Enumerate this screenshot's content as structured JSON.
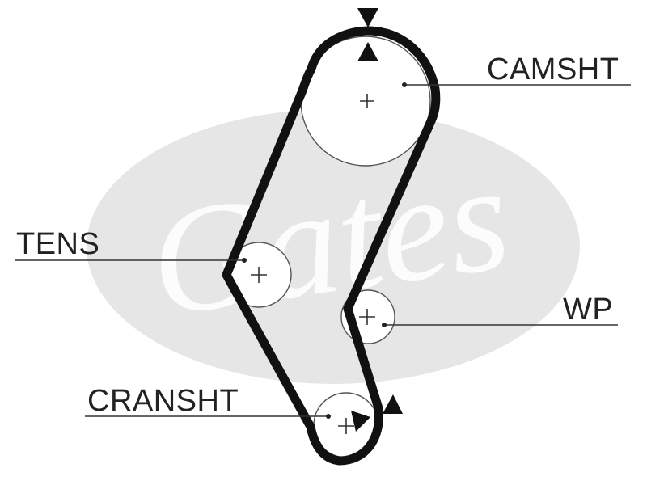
{
  "diagram": {
    "labels": {
      "camshaft": "CAMSHT",
      "tensioner": "TENS",
      "water_pump": "WP",
      "crankshaft": "CRANSHT"
    },
    "colors": {
      "belt": "#111111",
      "pulley_outline": "#555555",
      "watermark": "#e6e6e6",
      "text": "#222222"
    },
    "watermark_logo": "Gates"
  }
}
